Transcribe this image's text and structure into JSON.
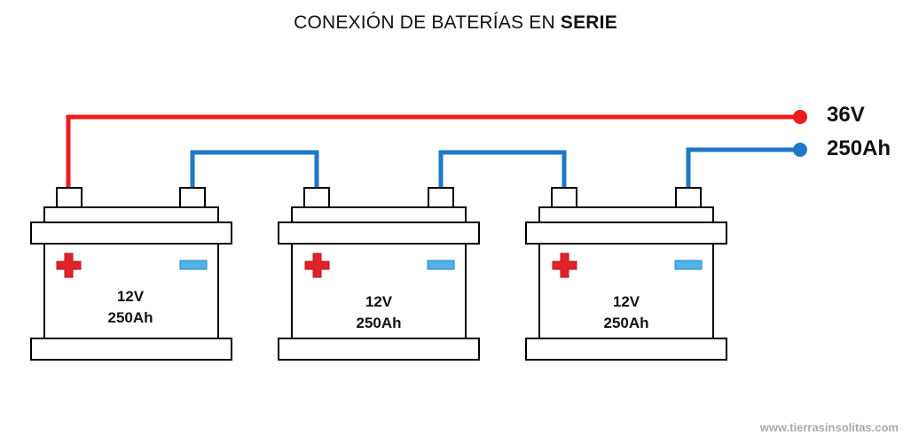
{
  "title": {
    "prefix": "CONEXIÓN DE BATERÍAS EN ",
    "bold": "SERIE"
  },
  "outputs": {
    "voltage": "36V",
    "capacity": "250Ah"
  },
  "batteries": [
    {
      "voltage": "12V",
      "capacity": "250Ah"
    },
    {
      "voltage": "12V",
      "capacity": "250Ah"
    },
    {
      "voltage": "12V",
      "capacity": "250Ah"
    }
  ],
  "colors": {
    "positive": "#ee1c1c",
    "negative": "#1f78c8",
    "negative_terminal": "#4fb2e8",
    "plus_symbol": "#e0222a"
  },
  "icons": {
    "positive": "plus-icon",
    "negative": "minus-icon"
  },
  "watermark": "www.tierrasinsolitas.com"
}
